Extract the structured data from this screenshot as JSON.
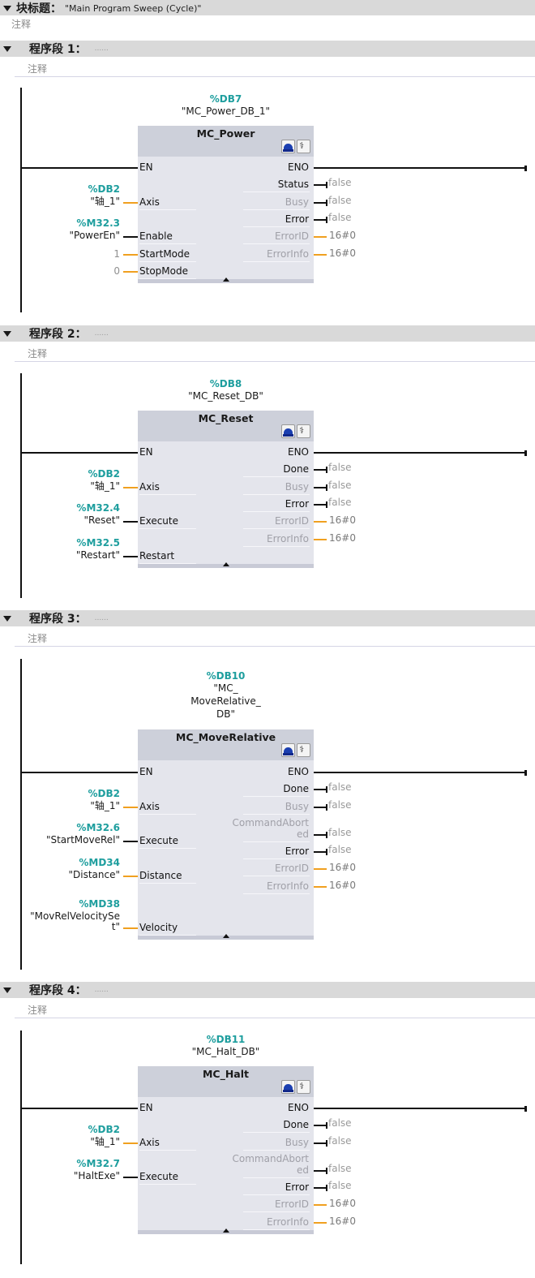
{
  "block": {
    "title_label": "块标题：",
    "title_value": "\"Main Program Sweep (Cycle)\"",
    "comment": "注释"
  },
  "colors": {
    "header_bg": "#d9d9d9",
    "fb_body": "#e4e5ec",
    "fb_head": "#cdd0da",
    "address": "#1e9e9e",
    "wire_bool": "#111111",
    "wire_data": "#f0a020"
  },
  "networks": [
    {
      "label": "程序段 1：",
      "dots": "......",
      "comment": "注释",
      "instance_addr": "%DB7",
      "instance_name": "\"MC_Power_DB_1\"",
      "fb_name": "MC_Power",
      "en": "EN",
      "eno": "ENO",
      "inputs": [
        {
          "pin": "Axis",
          "addr": "%DB2",
          "operand": "\"轴_1\"",
          "type": "data"
        },
        {
          "pin": "Enable",
          "addr": "%M32.3",
          "operand": "\"PowerEn\"",
          "type": "bool"
        },
        {
          "pin": "StartMode",
          "addr": "",
          "operand": "1",
          "type": "const"
        },
        {
          "pin": "StopMode",
          "addr": "",
          "operand": "0",
          "type": "const"
        }
      ],
      "outputs": [
        {
          "pin": "Status",
          "value": "false",
          "type": "bool",
          "dim": false
        },
        {
          "pin": "Busy",
          "value": "false",
          "type": "bool",
          "dim": true
        },
        {
          "pin": "Error",
          "value": "false",
          "type": "bool",
          "dim": false
        },
        {
          "pin": "ErrorID",
          "value": "16#0",
          "type": "data",
          "dim": true
        },
        {
          "pin": "ErrorInfo",
          "value": "16#0",
          "type": "data",
          "dim": true
        }
      ]
    },
    {
      "label": "程序段 2：",
      "dots": "......",
      "comment": "注释",
      "instance_addr": "%DB8",
      "instance_name": "\"MC_Reset_DB\"",
      "fb_name": "MC_Reset",
      "en": "EN",
      "eno": "ENO",
      "inputs": [
        {
          "pin": "Axis",
          "addr": "%DB2",
          "operand": "\"轴_1\"",
          "type": "data"
        },
        {
          "pin": "Execute",
          "addr": "%M32.4",
          "operand": "\"Reset\"",
          "type": "bool"
        },
        {
          "pin": "Restart",
          "addr": "%M32.5",
          "operand": "\"Restart\"",
          "type": "bool"
        }
      ],
      "outputs": [
        {
          "pin": "Done",
          "value": "false",
          "type": "bool",
          "dim": false
        },
        {
          "pin": "Busy",
          "value": "false",
          "type": "bool",
          "dim": true
        },
        {
          "pin": "Error",
          "value": "false",
          "type": "bool",
          "dim": false
        },
        {
          "pin": "ErrorID",
          "value": "16#0",
          "type": "data",
          "dim": true
        },
        {
          "pin": "ErrorInfo",
          "value": "16#0",
          "type": "data",
          "dim": true
        }
      ]
    },
    {
      "label": "程序段 3：",
      "dots": "......",
      "comment": "注释",
      "instance_addr": "%DB10",
      "instance_name": "\"MC_\nMoveRelative_\nDB\"",
      "fb_name": "MC_MoveRelative",
      "en": "EN",
      "eno": "ENO",
      "inputs": [
        {
          "pin": "Axis",
          "addr": "%DB2",
          "operand": "\"轴_1\"",
          "type": "data"
        },
        {
          "pin": "Execute",
          "addr": "%M32.6",
          "operand": "\"StartMoveRel\"",
          "type": "bool"
        },
        {
          "pin": "Distance",
          "addr": "%MD34",
          "operand": "\"Distance\"",
          "type": "data"
        },
        {
          "pin": "Velocity",
          "addr": "%MD38",
          "operand": "\"MovRelVelocitySe\nt\"",
          "type": "data"
        }
      ],
      "outputs": [
        {
          "pin": "Done",
          "value": "false",
          "type": "bool",
          "dim": false
        },
        {
          "pin": "Busy",
          "value": "false",
          "type": "bool",
          "dim": true
        },
        {
          "pin": "CommandAbort\ned",
          "value": "false",
          "type": "bool",
          "dim": true
        },
        {
          "pin": "Error",
          "value": "false",
          "type": "bool",
          "dim": false
        },
        {
          "pin": "ErrorID",
          "value": "16#0",
          "type": "data",
          "dim": true
        },
        {
          "pin": "ErrorInfo",
          "value": "16#0",
          "type": "data",
          "dim": true
        }
      ]
    },
    {
      "label": "程序段 4：",
      "dots": "......",
      "comment": "注释",
      "instance_addr": "%DB11",
      "instance_name": "\"MC_Halt_DB\"",
      "fb_name": "MC_Halt",
      "en": "EN",
      "eno": "ENO",
      "inputs": [
        {
          "pin": "Axis",
          "addr": "%DB2",
          "operand": "\"轴_1\"",
          "type": "data"
        },
        {
          "pin": "Execute",
          "addr": "%M32.7",
          "operand": "\"HaltExe\"",
          "type": "bool"
        }
      ],
      "outputs": [
        {
          "pin": "Done",
          "value": "false",
          "type": "bool",
          "dim": false
        },
        {
          "pin": "Busy",
          "value": "false",
          "type": "bool",
          "dim": true
        },
        {
          "pin": "CommandAbort\ned",
          "value": "false",
          "type": "bool",
          "dim": true
        },
        {
          "pin": "Error",
          "value": "false",
          "type": "bool",
          "dim": false
        },
        {
          "pin": "ErrorID",
          "value": "16#0",
          "type": "data",
          "dim": true
        },
        {
          "pin": "ErrorInfo",
          "value": "16#0",
          "type": "data",
          "dim": true
        }
      ]
    }
  ]
}
